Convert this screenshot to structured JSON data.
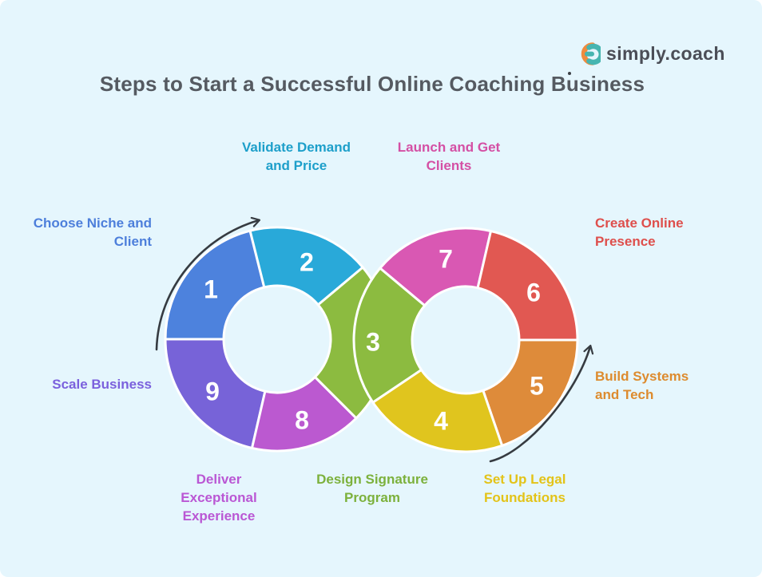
{
  "page": {
    "background": "#e5f6fd"
  },
  "brand": {
    "name": "simply.coach",
    "text_color": "#4b4e57",
    "icon_orange": "#f08c3e",
    "icon_teal": "#46b5b0"
  },
  "title": {
    "text": "Steps to Start a Successful Online Coaching Business",
    "color": "#555a61"
  },
  "arrow_color": "#363b41",
  "chart_data": {
    "type": "cycle-infinity-diagram",
    "description_layout": "figure-eight loop of 9 numbered donut segments",
    "steps": [
      {
        "number": 1,
        "label": "Choose Niche and Client",
        "lines": [
          "Choose Niche and",
          "Client"
        ],
        "color": "#4d82dd",
        "label_color": "#4d7fdb"
      },
      {
        "number": 2,
        "label": "Validate Demand and Price",
        "lines": [
          "Validate Demand",
          "and Price"
        ],
        "color": "#29a9d9",
        "label_color": "#1d9fca"
      },
      {
        "number": 3,
        "label": "Design Signature Program",
        "lines": [
          "Design Signature",
          "Program"
        ],
        "color": "#8cbb40",
        "label_color": "#7cb13c"
      },
      {
        "number": 4,
        "label": "Set Up Legal Foundations",
        "lines": [
          "Set Up Legal",
          "Foundations"
        ],
        "color": "#e0c51e",
        "label_color": "#e3c318"
      },
      {
        "number": 5,
        "label": "Build Systems and Tech",
        "lines": [
          "Build Systems",
          "and Tech"
        ],
        "color": "#de8b3a",
        "label_color": "#dd8b2e"
      },
      {
        "number": 6,
        "label": "Create Online Presence",
        "lines": [
          "Create Online",
          "Presence"
        ],
        "color": "#e15852",
        "label_color": "#de4f4c"
      },
      {
        "number": 7,
        "label": "Launch and Get Clients",
        "lines": [
          "Launch and Get",
          "Clients"
        ],
        "color": "#d958b3",
        "label_color": "#d44fa4"
      },
      {
        "number": 8,
        "label": "Deliver Exceptional Experience",
        "lines": [
          "Deliver",
          "Exceptional",
          "Experience"
        ],
        "color": "#bb59d0",
        "label_color": "#ba57d4"
      },
      {
        "number": 9,
        "label": "Scale Business",
        "lines": [
          "Scale Business"
        ],
        "color": "#7763d8",
        "label_color": "#7b61dd"
      }
    ]
  }
}
